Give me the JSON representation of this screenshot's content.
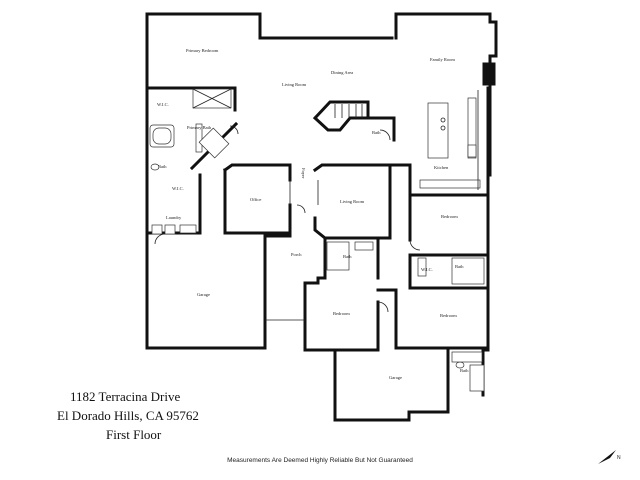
{
  "rooms": {
    "primary_bedroom": "Primary Bedroom",
    "wic_1": "W.I.C.",
    "primary_bath": "Primary Bath",
    "bath_1": "Bath",
    "wic_2": "W.I.C.",
    "laundry": "Laundry",
    "garage_1": "Garage",
    "living_room_1": "Living Room",
    "dining_area": "Dining Area",
    "family_room": "Family Room",
    "bath_2": "Bath",
    "kitchen": "Kitchen",
    "office": "Office",
    "foyer": "Foyer",
    "living_room_2": "Living Room",
    "bedroom_1": "Bedroom",
    "wic_3": "W.I.C.",
    "bath_3": "Bath",
    "porch": "Porch",
    "bath_4": "Bath",
    "bedroom_2": "Bedroom",
    "bedroom_3": "Bedroom",
    "garage_2": "Garage",
    "bath_5": "Bath"
  },
  "address": {
    "street": "1182 Terracina Drive",
    "city_line": "El Dorado Hills, CA  95762",
    "floor": "First Floor"
  },
  "disclaimer": "Measurements Are Deemed Highly Reliable But Not Guaranteed",
  "north_label": "N",
  "colors": {
    "walls": "#111111",
    "background": "#ffffff"
  }
}
